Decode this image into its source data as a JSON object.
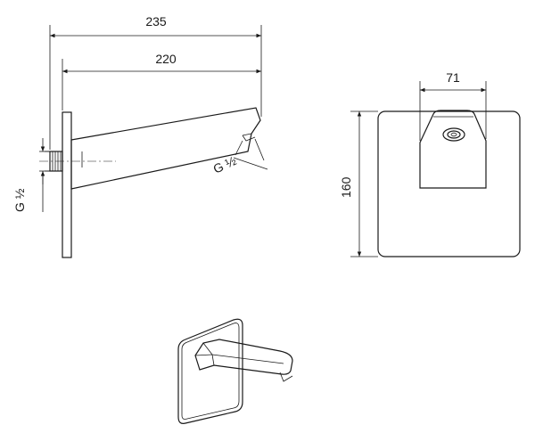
{
  "dimensions": {
    "total_length": "235",
    "spout_length": "220",
    "plate_width": "71",
    "plate_height": "160",
    "thread_inlet": "G ½",
    "thread_outlet": "G ½"
  },
  "colors": {
    "line": "#1a1a1a",
    "background": "#ffffff"
  }
}
